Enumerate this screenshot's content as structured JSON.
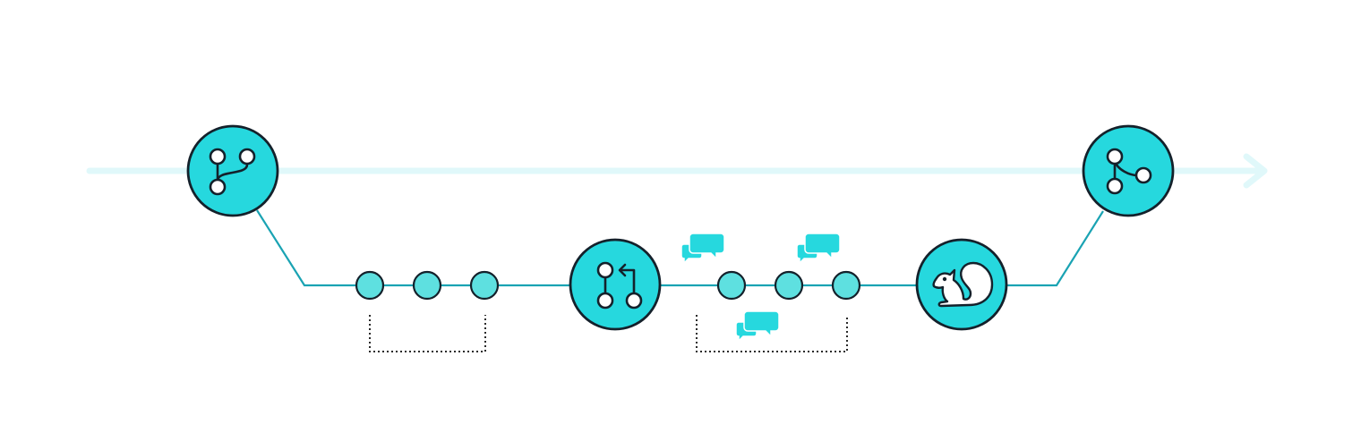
{
  "colors": {
    "background": "#ffffff",
    "main_line": "#e0f8fa",
    "branch_line": "#1aa3b3",
    "node_fill": "#26d8de",
    "commit_fill": "#5ee0e0",
    "stroke": "#14212b",
    "comment_fill": "#26d8de",
    "bracket": "#2a2a2a"
  },
  "diagram": {
    "main_line": {
      "arrow_icon": "arrow-right-icon"
    },
    "nodes": [
      {
        "name": "branch-node",
        "icon": "git-branch-icon"
      },
      {
        "name": "pull-request-node",
        "icon": "git-pull-request-icon"
      },
      {
        "name": "review-node",
        "icon": "squirrel-icon"
      },
      {
        "name": "merge-node",
        "icon": "git-merge-icon"
      }
    ],
    "commit_groups": [
      {
        "name": "commits-group-1",
        "count": 3,
        "comments": 0
      },
      {
        "name": "commits-group-2",
        "count": 3,
        "comments": 3
      }
    ]
  }
}
